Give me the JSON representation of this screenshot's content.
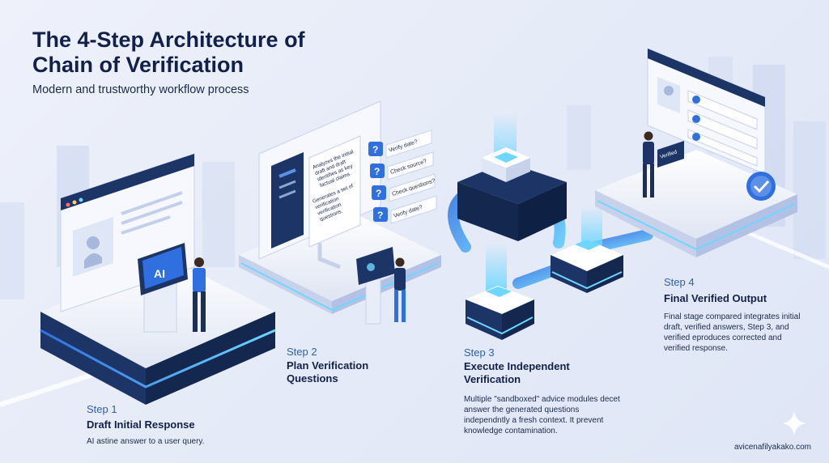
{
  "header": {
    "title": "The 4-Step Architecture of Chain of Verification",
    "subtitle": "Modern and trustworthy workflow process"
  },
  "steps": [
    {
      "number": "Step 1",
      "title": "Draft Initial Response",
      "description": "AI astine answer to a user query."
    },
    {
      "number": "Step 2",
      "title": "Plan Verification Questions",
      "description": ""
    },
    {
      "number": "Step 3",
      "title": "Execute Independent Verification",
      "description": "Multiple \"sandboxed\" advice modules decet answer the generated questions independntly a fresh context. It prevent knowledge contamination."
    },
    {
      "number": "Step 4",
      "title": "Final Verified Output",
      "description": "Final stage compared integrates initial draft, verified answers, Step 3, and verified eproduces corrected and verified response."
    }
  ],
  "kiosk_label": "AI",
  "step2_screen": {
    "text_1": [
      "Analyzes the initial",
      "draft and draft",
      "identifies as key",
      "factual claims."
    ],
    "text_2": [
      "Generates a set of",
      "verification",
      "verification",
      "questions."
    ],
    "questions": [
      "Verify date?",
      "Check source?",
      "Check questions?",
      "Verify date?"
    ]
  },
  "step4_badge": "Verified",
  "watermark": "avicenafilyakako.com",
  "colors": {
    "navy": "#12204a",
    "accent": "#2f6fe0",
    "glow": "#6fd6ff"
  }
}
